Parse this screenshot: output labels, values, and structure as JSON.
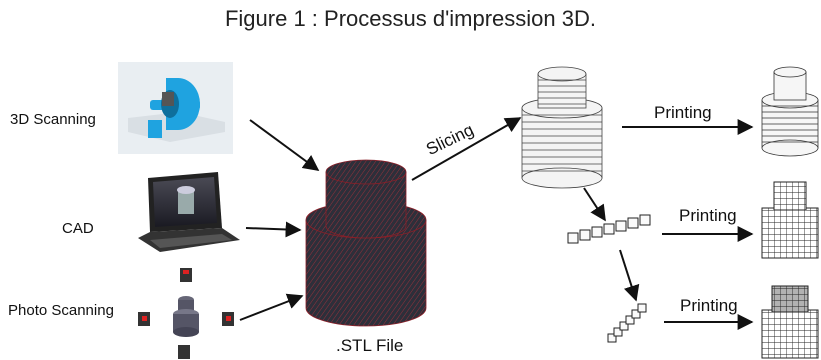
{
  "caption": "Figure 1 : Processus d'impression 3D.",
  "inputs": {
    "scan3d": "3D Scanning",
    "cad": "CAD",
    "photo": "Photo Scanning"
  },
  "stl_label": ".STL File",
  "slicing_label": "Slicing",
  "printing_labels": [
    "Printing",
    "Printing",
    "Printing"
  ],
  "colors": {
    "scanner_blue": "#1fa3e0",
    "stl_body": "#2d2f3a",
    "stl_edge": "#c0392b",
    "arrow": "#111111"
  }
}
